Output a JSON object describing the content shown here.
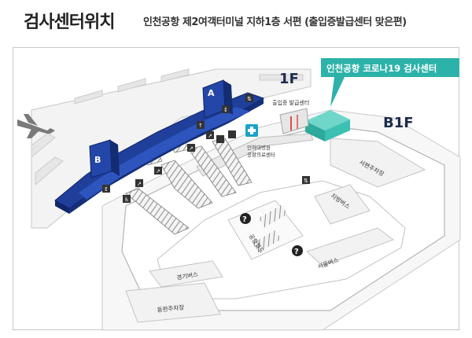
{
  "header": {
    "title": "검사센터위치",
    "subtitle": "인천공항 제2여객터미널 지하1층 서편 (출입증발급센터 맞은편)"
  },
  "map": {
    "floor_labels": {
      "upper": "1F",
      "lower": "B1F"
    },
    "callout": "인천공항 코로나19 검사센터",
    "gates": [
      "A",
      "B"
    ],
    "places": {
      "id_center": "출입증 발급센터",
      "medical_center_line1": "인하대병원",
      "medical_center_line2": "공항의료센터",
      "west_parking": "서편주차장",
      "east_parking": "동편주차장",
      "regional_bus": "지방버스",
      "airport_railroad": "공항철도",
      "seoul_bus": "서울버스",
      "gyeonggi_bus": "경기버스"
    },
    "colors": {
      "terminal": "#1f3f9a",
      "terminal_edge": "#10256a",
      "callout": "#2cb2a9",
      "center_box": "#3cc0b2",
      "medical": "#1aa3c7"
    }
  }
}
